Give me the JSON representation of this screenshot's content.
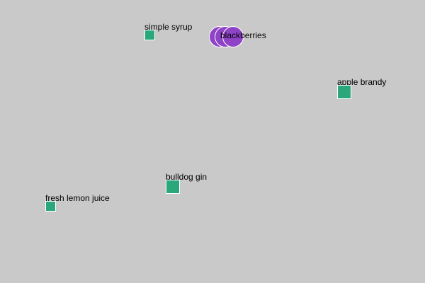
{
  "ingredients": {
    "simple_syrup": {
      "label": "simple syrup",
      "shape": "square",
      "color": "#2aa87c"
    },
    "blackberries": {
      "label": "blackberries",
      "shape": "circle",
      "count": 3,
      "color": "#8f43c7"
    },
    "apple_brandy": {
      "label": "apple brandy",
      "shape": "square",
      "color": "#2aa87c"
    },
    "bulldog_gin": {
      "label": "bulldog gin",
      "shape": "square",
      "color": "#2aa87c"
    },
    "fresh_lemon_juice": {
      "label": "fresh lemon juice",
      "shape": "square",
      "color": "#2aa87c"
    }
  },
  "colors": {
    "background": "#c9c9c9",
    "square_fill": "#2aa87c",
    "circle_fill": "#8f43c7",
    "outline": "#ffffff",
    "label_text": "#000000"
  }
}
